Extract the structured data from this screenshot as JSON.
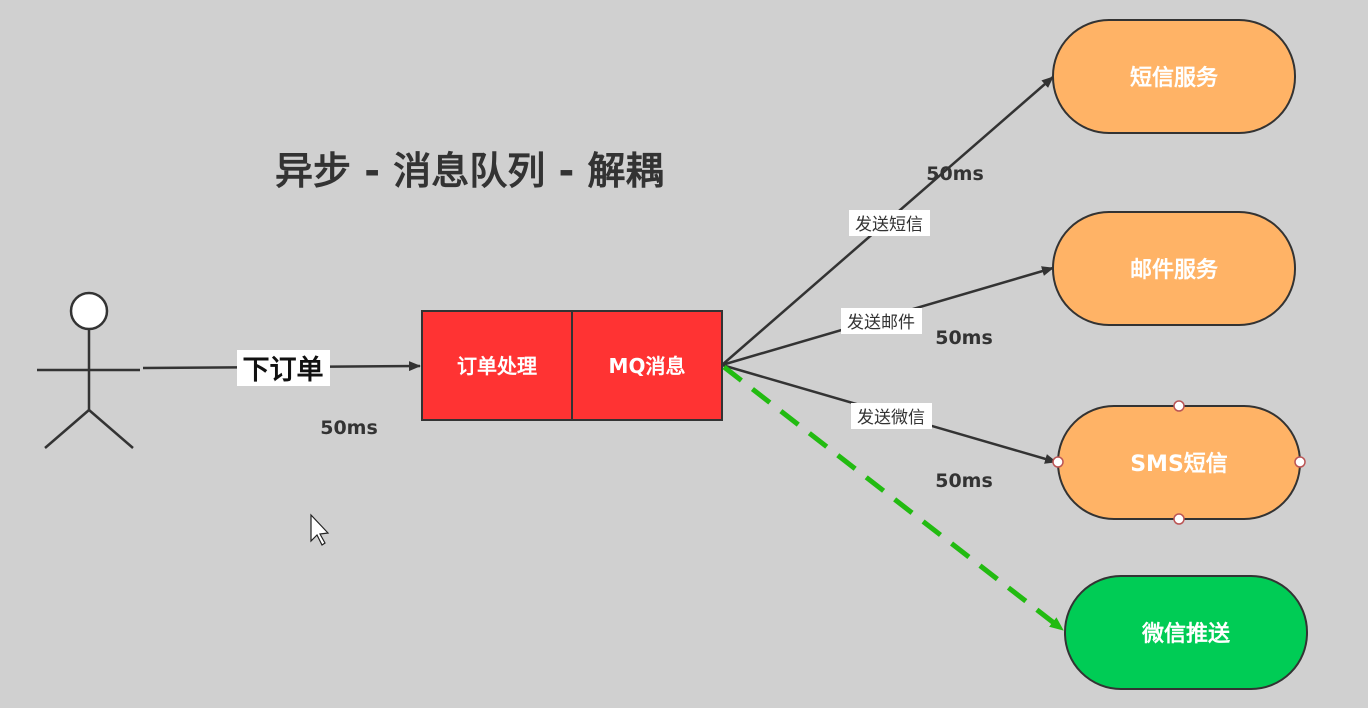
{
  "title": "异步 - 消息队列 - 解耦",
  "actor": {
    "edge_label": "下订单",
    "time": "50ms"
  },
  "queue": {
    "left": "订单处理",
    "right": "MQ消息"
  },
  "edges": [
    {
      "label": "发送短信",
      "time": "50ms"
    },
    {
      "label": "发送邮件",
      "time": "50ms"
    },
    {
      "label": "发送微信",
      "time": "50ms"
    }
  ],
  "nodes": [
    {
      "label": "短信服务"
    },
    {
      "label": "邮件服务"
    },
    {
      "label": "SMS短信"
    },
    {
      "label": "微信推送"
    }
  ],
  "colors": {
    "background": "#d0d0d0",
    "orange": "#ffb366",
    "red": "#ff3333",
    "green": "#00cc55",
    "dashed": "#22bb11"
  }
}
